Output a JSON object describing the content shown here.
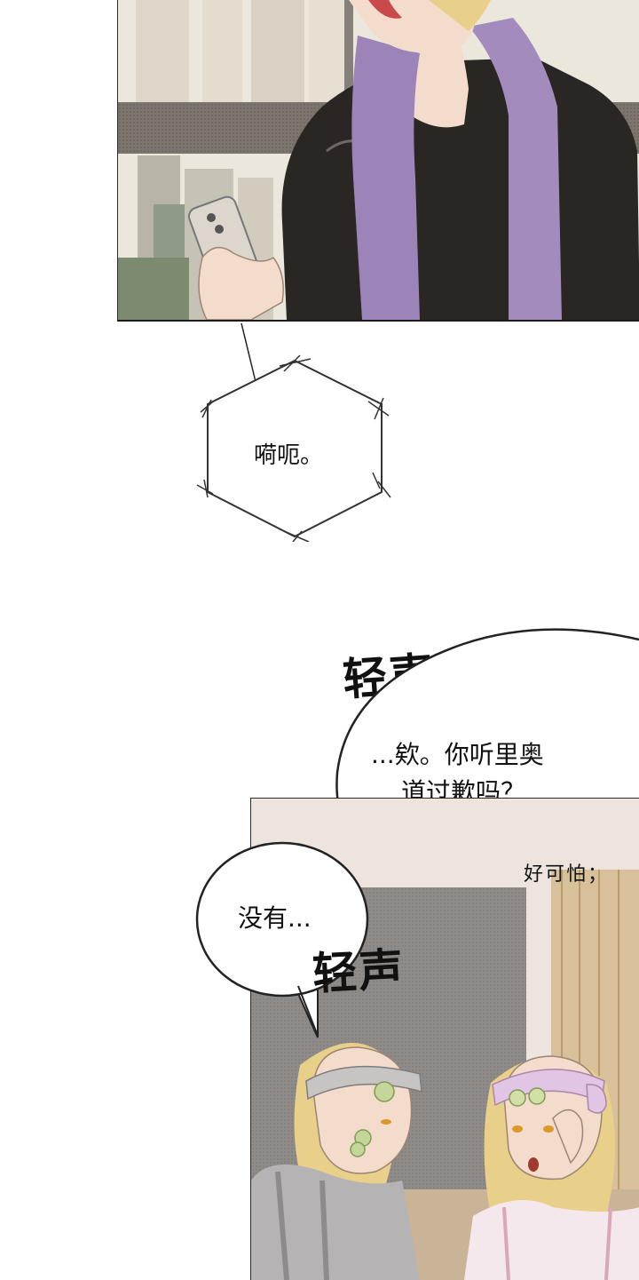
{
  "speech": {
    "hex_bubble": "嗬呃。",
    "big_bubble_line1": "...欸。你听里奥",
    "big_bubble_line2": "道过歉吗？",
    "small_bubble": "没有..."
  },
  "sfx": {
    "whisper_top": "轻声",
    "whisper_bottom": "轻声",
    "scary": "好可怕；"
  },
  "colors": {
    "window_sky": "#e9e3d6",
    "window_frame": "#7c756e",
    "shirt": "#2a2624",
    "towel": "#9d84b8",
    "skin": "#f3dccb",
    "hair": "#e8cf8a",
    "room_wall": "#8f8b88",
    "room_light": "#ece2dc",
    "curtain": "#d8c19a"
  }
}
